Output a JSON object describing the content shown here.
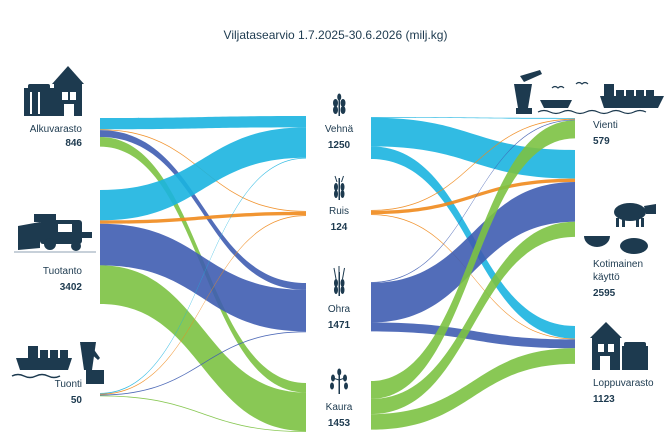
{
  "title": "Viljatasearvio 1.7.2025-30.6.2026 (milj.kg)",
  "colors": {
    "wheat": "#1bb4e0",
    "rye": "#f08a1c",
    "barley": "#3f5db1",
    "oats": "#7cc242",
    "icon": "#1d3a4f"
  },
  "sources": [
    {
      "label": "Alkuvarasto",
      "value": "846",
      "icon": "farm-buildings-icon"
    },
    {
      "label": "Tuotanto",
      "value": "3402",
      "icon": "combine-harvester-icon"
    },
    {
      "label": "Tuonti",
      "value": "50",
      "icon": "cargo-ship-crane-icon"
    }
  ],
  "grains": [
    {
      "label": "Vehnä",
      "value": "1250",
      "icon": "wheat-icon"
    },
    {
      "label": "Ruis",
      "value": "124",
      "icon": "rye-icon"
    },
    {
      "label": "Ohra",
      "value": "1471",
      "icon": "barley-icon"
    },
    {
      "label": "Kaura",
      "value": "1453",
      "icon": "oats-icon"
    }
  ],
  "targets": [
    {
      "label": "Vienti",
      "value": "579",
      "icon": "export-ship-icon"
    },
    {
      "label": "Kotimainen\nkäyttö",
      "value": "2595",
      "icon": "cow-bread-icon"
    },
    {
      "label": "Loppuvarasto",
      "value": "1123",
      "icon": "storage-buildings-icon"
    }
  ],
  "inflows": [
    {
      "from": "Alkuvarasto",
      "to": "Vehnä",
      "value": 338
    },
    {
      "from": "Alkuvarasto",
      "to": "Ruis",
      "value": 17
    },
    {
      "from": "Alkuvarasto",
      "to": "Ohra",
      "value": 205
    },
    {
      "from": "Alkuvarasto",
      "to": "Kaura",
      "value": 286
    },
    {
      "from": "Tuotanto",
      "to": "Vehnä",
      "value": 908
    },
    {
      "from": "Tuotanto",
      "to": "Ruis",
      "value": 101
    },
    {
      "from": "Tuotanto",
      "to": "Ohra",
      "value": 1240
    },
    {
      "from": "Tuotanto",
      "to": "Kaura",
      "value": 1153
    },
    {
      "from": "Tuonti",
      "to": "Vehnä",
      "value": 4
    },
    {
      "from": "Tuonti",
      "to": "Ruis",
      "value": 6
    },
    {
      "from": "Tuonti",
      "to": "Ohra",
      "value": 26
    },
    {
      "from": "Tuonti",
      "to": "Kaura",
      "value": 14
    }
  ],
  "outflows": [
    {
      "from": "Vehnä",
      "to": "Vienti",
      "value": 20
    },
    {
      "from": "Vehnä",
      "to": "Kotimainen käyttö",
      "value": 854
    },
    {
      "from": "Vehnä",
      "to": "Loppuvarasto",
      "value": 376
    },
    {
      "from": "Ruis",
      "to": "Vienti",
      "value": 4
    },
    {
      "from": "Ruis",
      "to": "Kotimainen käyttö",
      "value": 103
    },
    {
      "from": "Ruis",
      "to": "Loppuvarasto",
      "value": 17
    },
    {
      "from": "Ohra",
      "to": "Vienti",
      "value": 20
    },
    {
      "from": "Ohra",
      "to": "Kotimainen käyttö",
      "value": 1185
    },
    {
      "from": "Ohra",
      "to": "Loppuvarasto",
      "value": 266
    },
    {
      "from": "Kaura",
      "to": "Vienti",
      "value": 535
    },
    {
      "from": "Kaura",
      "to": "Kotimainen käyttö",
      "value": 453
    },
    {
      "from": "Kaura",
      "to": "Loppuvarasto",
      "value": 465
    }
  ]
}
